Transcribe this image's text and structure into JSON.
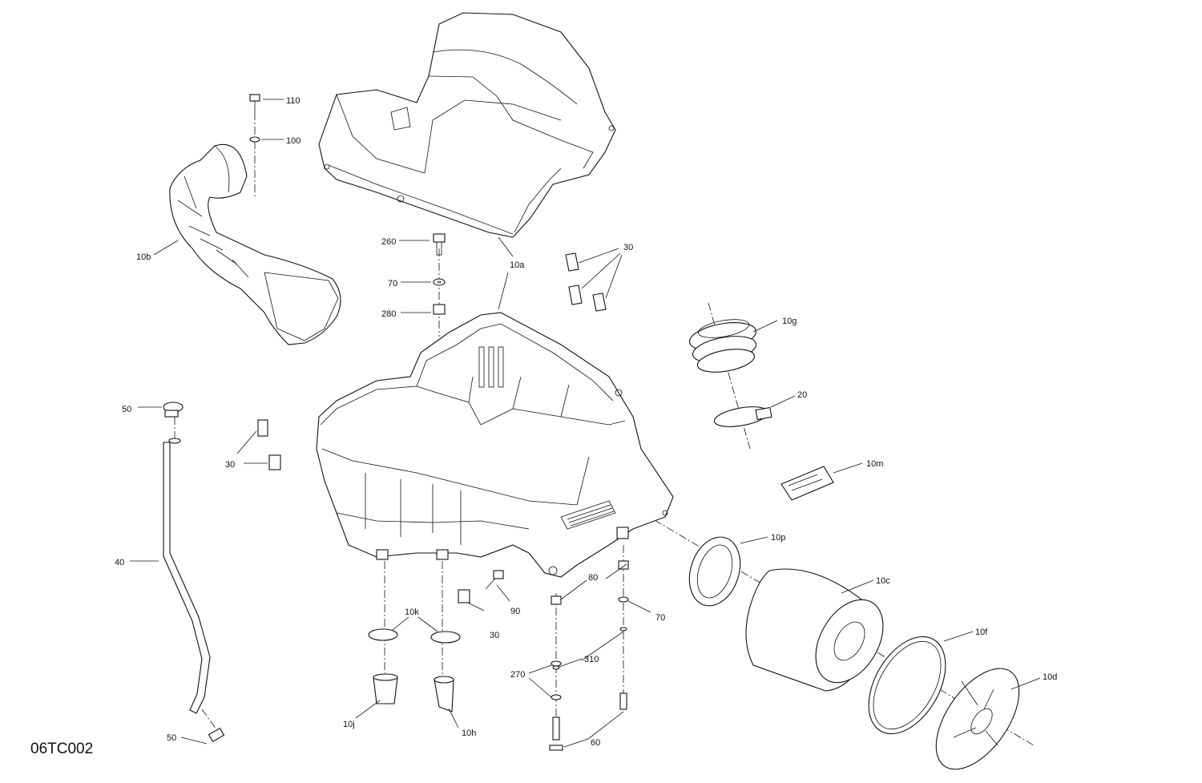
{
  "diagram": {
    "code": "06TC002",
    "labels": {
      "l110": "110",
      "l100": "100",
      "l10b": "10b",
      "l260": "260",
      "l10a": "10a",
      "l70a": "70",
      "l280": "280",
      "l30a": "30",
      "l10g": "10g",
      "l50a": "50",
      "l20": "20",
      "l30b": "30",
      "l10m": "10m",
      "l10p": "10p",
      "l40": "40",
      "l80": "80",
      "l10c": "10c",
      "l90": "90",
      "l70b": "70",
      "l10k": "10k",
      "l30c": "30",
      "l10f": "10f",
      "l310": "310",
      "l270": "270",
      "l10d": "10d",
      "l10j": "10j",
      "l10h": "10h",
      "l50b": "50",
      "l60": "60"
    }
  }
}
